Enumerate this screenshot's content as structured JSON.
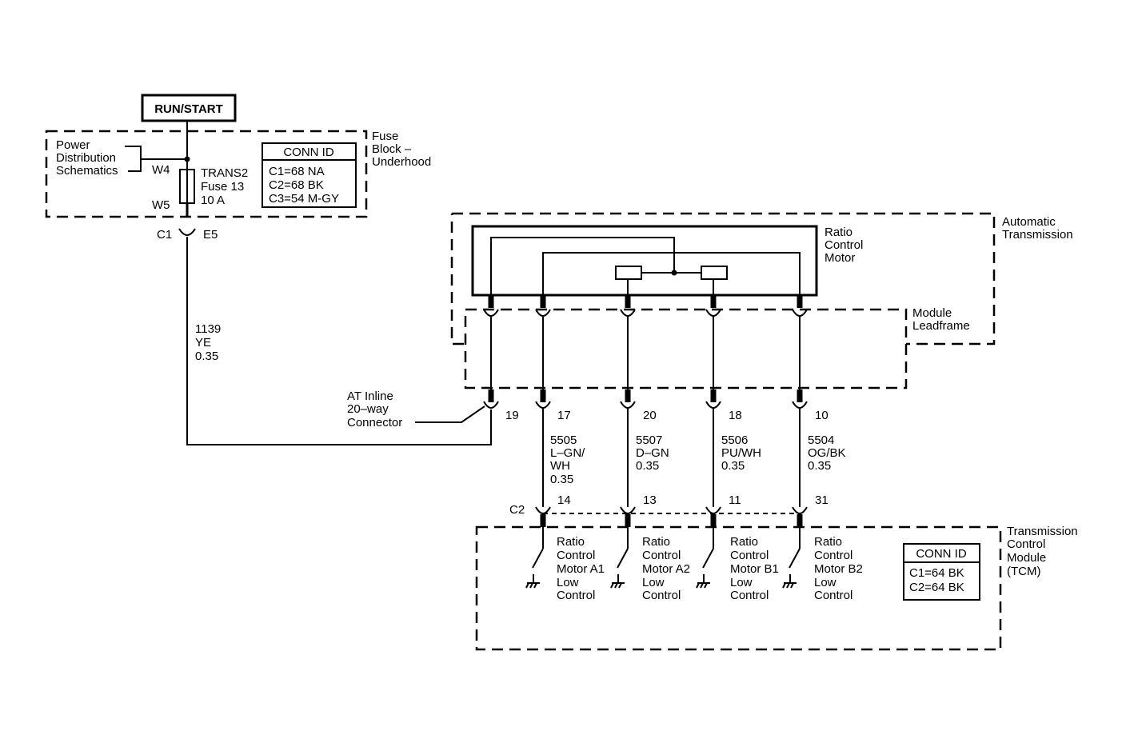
{
  "power": {
    "run_start": "RUN/START"
  },
  "fuse_block": {
    "title": [
      "Fuse",
      "Block –",
      "Underhood"
    ],
    "pds": [
      "Power",
      "Distribution",
      "Schematics"
    ],
    "w4": "W4",
    "w5": "W5",
    "fuse": [
      "TRANS2",
      "Fuse 13",
      "10 A"
    ],
    "conn_title": "CONN ID",
    "conn": [
      "C1=68 NA",
      "C2=68 BK",
      "C3=54 M-GY"
    ],
    "c1": "C1",
    "e5": "E5"
  },
  "feed_wire": [
    "1139",
    "YE",
    "0.35"
  ],
  "inline_connector": [
    "AT Inline",
    "20–way",
    "Connector"
  ],
  "auto_trans": {
    "title": [
      "Automatic",
      "Transmission"
    ],
    "motor": [
      "Ratio",
      "Control",
      "Motor"
    ],
    "leadframe": [
      "Module",
      "Leadframe"
    ]
  },
  "pins": {
    "inline": [
      "19",
      "17",
      "20",
      "18",
      "10"
    ],
    "tcm": [
      "14",
      "13",
      "11",
      "31"
    ],
    "c2": "C2"
  },
  "wires": [
    [
      "5505",
      "L–GN/",
      "WH",
      "0.35"
    ],
    [
      "5507",
      "D–GN",
      "0.35"
    ],
    [
      "5506",
      "PU/WH",
      "0.35"
    ],
    [
      "5504",
      "OG/BK",
      "0.35"
    ]
  ],
  "tcm": {
    "title": [
      "Transmission",
      "Control",
      "Module",
      "(TCM)"
    ],
    "controls": [
      [
        "Ratio",
        "Control",
        "Motor A1",
        "Low",
        "Control"
      ],
      [
        "Ratio",
        "Control",
        "Motor A2",
        "Low",
        "Control"
      ],
      [
        "Ratio",
        "Control",
        "Motor B1",
        "Low",
        "Control"
      ],
      [
        "Ratio",
        "Control",
        "Motor B2",
        "Low",
        "Control"
      ]
    ],
    "conn_title": "CONN ID",
    "conn": [
      "C1=64 BK",
      "C2=64 BK"
    ]
  }
}
